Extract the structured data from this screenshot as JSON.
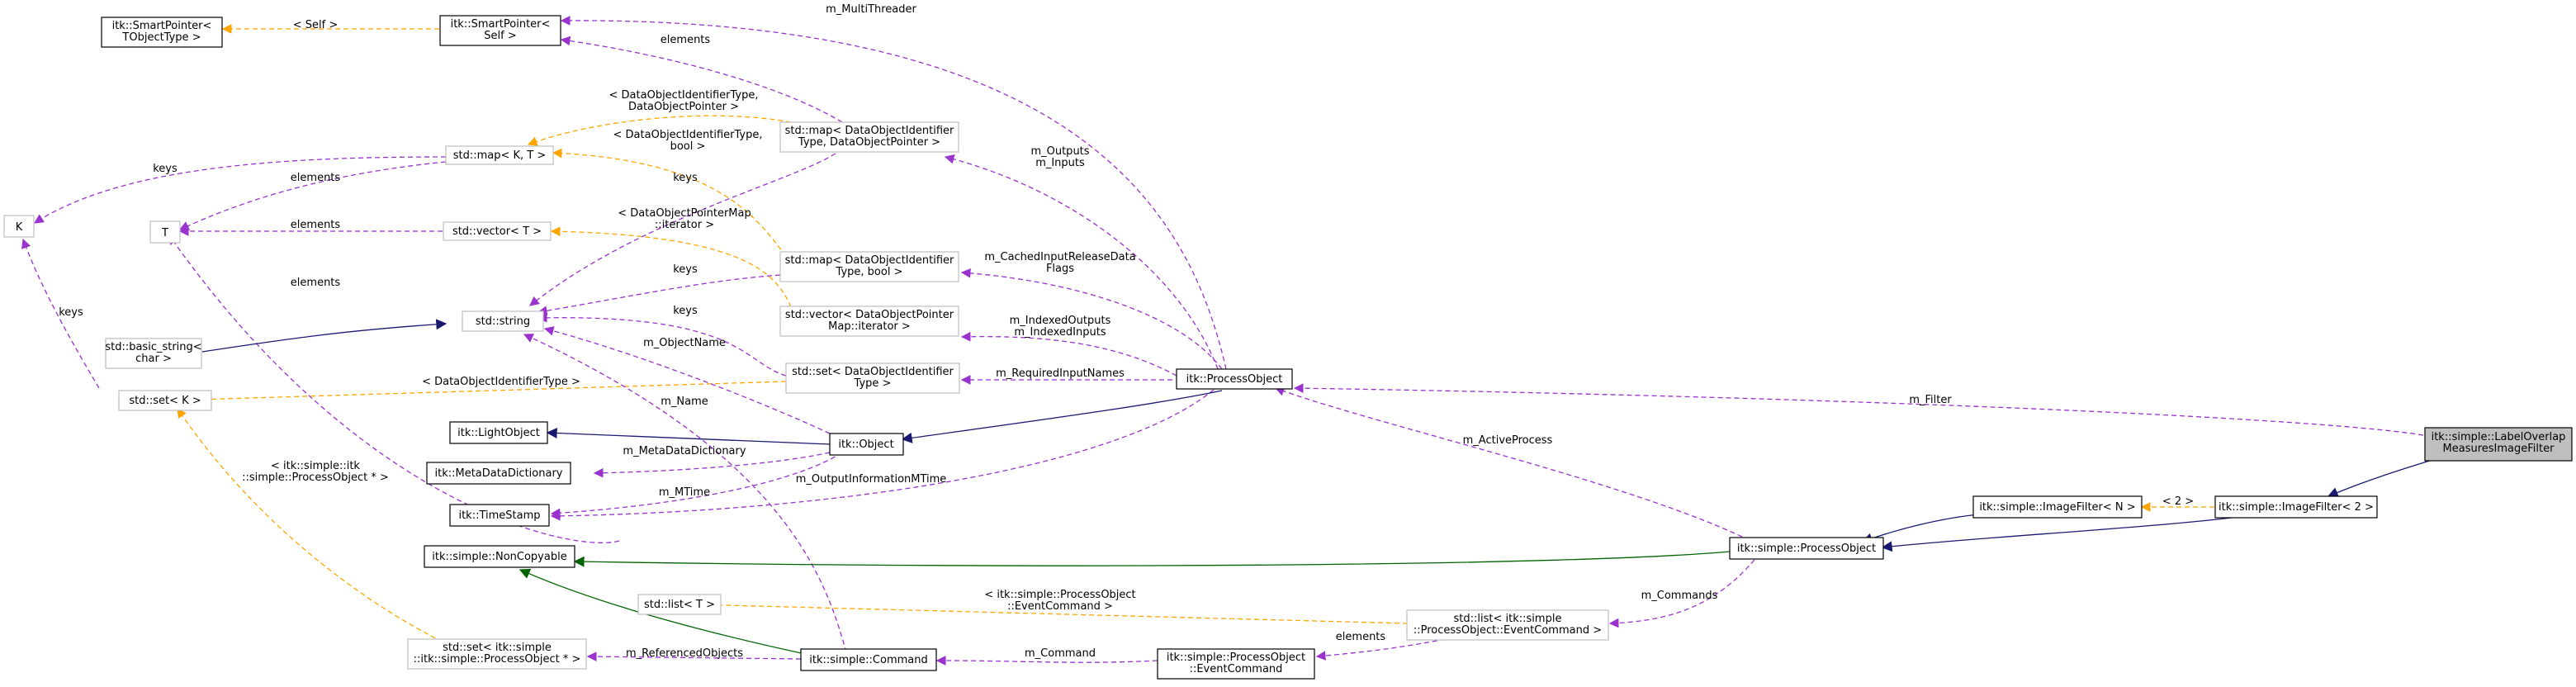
{
  "colors": {
    "composition": "#9a32cd",
    "template": "#ffa500",
    "inheritance": "#191970",
    "private_inheritance": "#006400",
    "focus_fill": "#bfbfbf"
  },
  "nodes": {
    "smartpointer_t": [
      "itk::SmartPointer<",
      "TObjectType >"
    ],
    "smartpointer_self": [
      "itk::SmartPointer<",
      "Self >"
    ],
    "map_kt": [
      "std::map< K, T >"
    ],
    "k": [
      "K"
    ],
    "t": [
      "T"
    ],
    "vector_t": [
      "std::vector< T >"
    ],
    "string": [
      "std::string"
    ],
    "basic_string": [
      "std::basic_string<",
      "char >"
    ],
    "set_k": [
      "std::set< K >"
    ],
    "map_dataobject": [
      "std::map< DataObjectIdentifier",
      "Type, DataObjectPointer >"
    ],
    "map_bool": [
      "std::map< DataObjectIdentifier",
      "Type, bool >"
    ],
    "vector_dataobject": [
      "std::vector< DataObjectPointer",
      "Map::iterator >"
    ],
    "set_dataobject": [
      "std::set< DataObjectIdentifier",
      "Type >"
    ],
    "processobject": [
      "itk::ProcessObject"
    ],
    "lightobject": [
      "itk::LightObject"
    ],
    "object": [
      "itk::Object"
    ],
    "metadatadictionary": [
      "itk::MetaDataDictionary"
    ],
    "timestamp": [
      "itk::TimeStamp"
    ],
    "noncopyable": [
      "itk::simple::NonCopyable"
    ],
    "list_t": [
      "std::list< T >"
    ],
    "set_processobject": [
      "std::set< itk::simple",
      "::itk::simple::ProcessObject * >"
    ],
    "command": [
      "itk::simple::Command"
    ],
    "eventcommand": [
      "itk::simple::ProcessObject",
      "::EventCommand"
    ],
    "list_eventcommand": [
      "std::list< itk::simple",
      "::ProcessObject::EventCommand >"
    ],
    "simple_processobject": [
      "itk::simple::ProcessObject"
    ],
    "imagefilter_n": [
      "itk::simple::ImageFilter< N >"
    ],
    "imagefilter_2": [
      "itk::simple::ImageFilter< 2 >"
    ],
    "labeloverlap": [
      "itk::simple::LabelOverlap",
      "MeasuresImageFilter"
    ]
  },
  "edge_labels": {
    "self": [
      "< Self >"
    ],
    "elements_sp": [
      "elements"
    ],
    "multithreader": [
      "m_MultiThreader"
    ],
    "dataobjectidentifiertype_pointer": [
      "< DataObjectIdentifierType,",
      "DataObjectPointer >"
    ],
    "dataobjectidentifiertype_bool": [
      "< DataObjectIdentifierType,",
      "bool >"
    ],
    "keys_k": [
      "keys"
    ],
    "elements_t": [
      "elements"
    ],
    "keys_map": [
      "keys"
    ],
    "outputs_inputs": [
      "m_Outputs",
      "m_Inputs"
    ],
    "elements_vec": [
      "elements"
    ],
    "dataobjectpointermap_iterator": [
      "< DataObjectPointerMap",
      "::iterator >"
    ],
    "keys_bool": [
      "keys"
    ],
    "cached_flags": [
      "m_CachedInputReleaseData",
      "Flags"
    ],
    "elements_t2": [
      "elements"
    ],
    "keys_set": [
      "keys"
    ],
    "keys_setk": [
      "keys"
    ],
    "indexed": [
      "m_IndexedOutputs",
      "m_IndexedInputs"
    ],
    "objectname": [
      "m_ObjectName"
    ],
    "dataobjectidentifiertype": [
      "< DataObjectIdentifierType >"
    ],
    "requiredinputnames": [
      "m_RequiredInputNames"
    ],
    "filter": [
      "m_Filter"
    ],
    "name": [
      "m_Name"
    ],
    "metadatadictionary": [
      "m_MetaDataDictionary"
    ],
    "activeprocess": [
      "m_ActiveProcess"
    ],
    "itk_simple_processobject_ptr": [
      "< itk::simple::itk",
      "::simple::ProcessObject * >"
    ],
    "mtime": [
      "m_MTime"
    ],
    "outputinformationmtime": [
      "m_OutputInformationMTime"
    ],
    "two": [
      "< 2 >"
    ],
    "commands": [
      "m_Commands"
    ],
    "eventcommand_tmpl": [
      "< itk::simple::ProcessObject",
      "::EventCommand >"
    ],
    "elements_list": [
      "elements"
    ],
    "referencedobjects": [
      "m_ReferencedObjects"
    ],
    "command": [
      "m_Command"
    ]
  }
}
